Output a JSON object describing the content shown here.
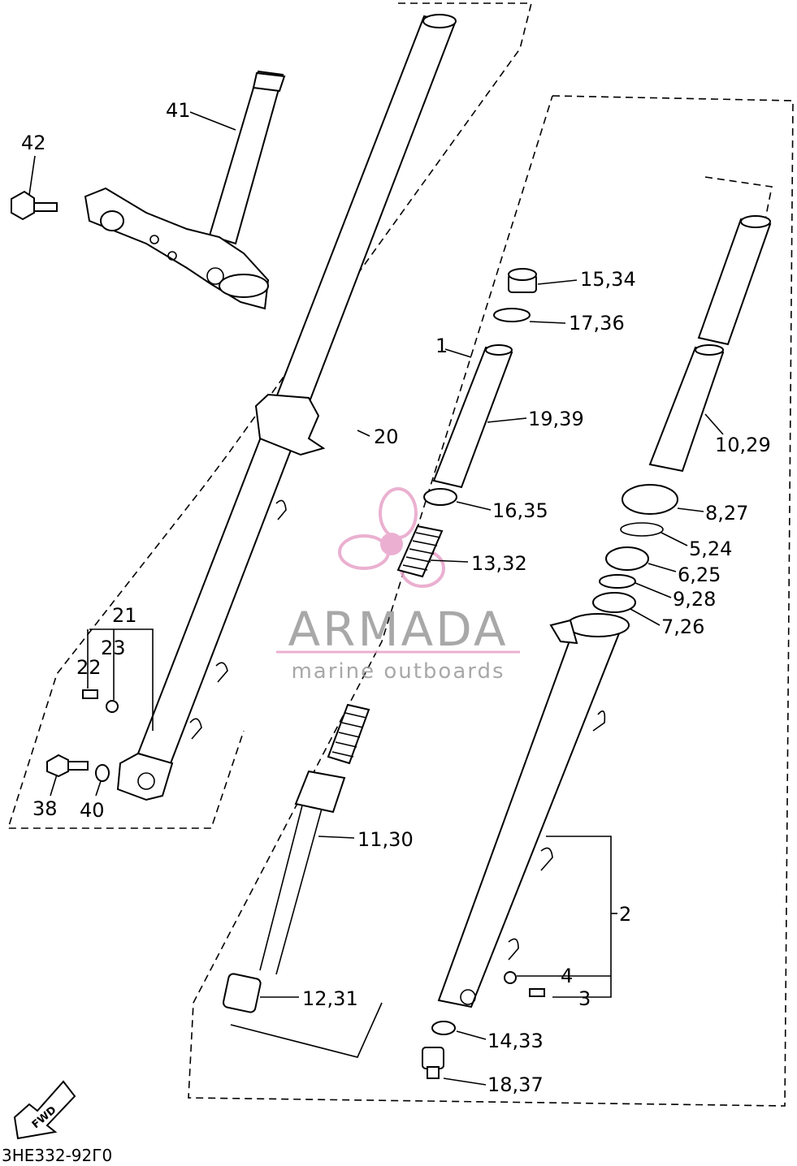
{
  "diagram_code": "3HE332-92Г0",
  "fwd_label": "FWD",
  "watermark": {
    "brand": "ARMADA",
    "tagline": "marine outboards",
    "color": "#e8a3c9"
  },
  "callouts": {
    "p41": "41",
    "p42": "42",
    "p21": "21",
    "p23": "23",
    "p22": "22",
    "p38": "38",
    "p40": "40",
    "p20": "20",
    "p1": "1",
    "p15_34": "15,34",
    "p17_36": "17,36",
    "p19_39": "19,39",
    "p16_35": "16,35",
    "p13_32": "13,32",
    "p11_30": "11,30",
    "p12_31": "12,31",
    "p10_29": "10,29",
    "p8_27": "8,27",
    "p5_24": "5,24",
    "p6_25": "6,25",
    "p9_28": "9,28",
    "p7_26": "7,26",
    "p2": "2",
    "p4": "4",
    "p3": "3",
    "p14_33": "14,33",
    "p18_37": "18,37"
  }
}
